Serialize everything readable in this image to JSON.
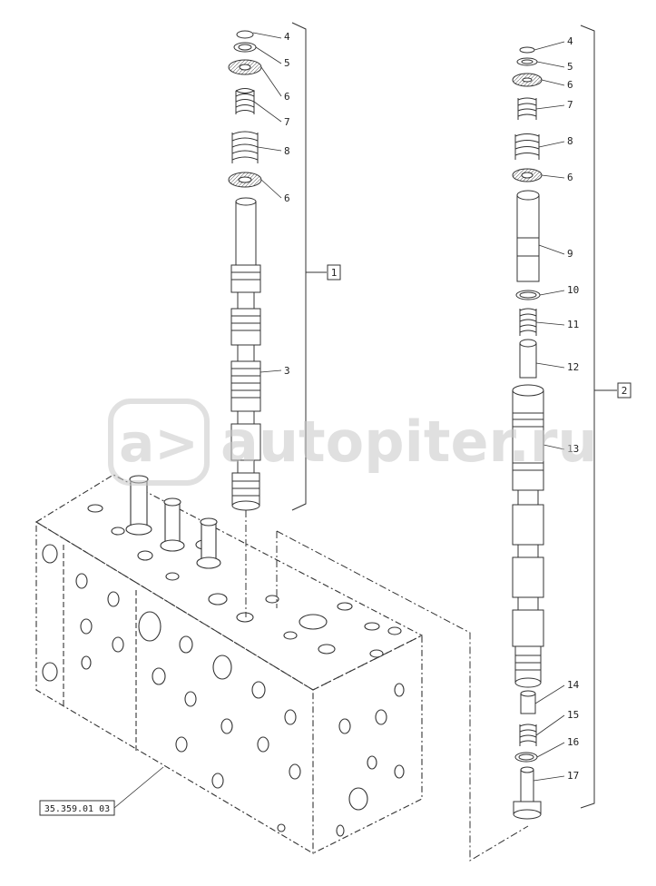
{
  "watermark": {
    "text": "autopiter.ru",
    "logo_glyph": "a>"
  },
  "reference_code": "35.359.01 03",
  "group_labels": {
    "left": "1",
    "right": "2"
  },
  "left_callouts": [
    "4",
    "5",
    "6",
    "7",
    "8",
    "6",
    "3"
  ],
  "right_callouts": [
    "4",
    "5",
    "6",
    "7",
    "8",
    "6",
    "9",
    "10",
    "11",
    "12",
    "13",
    "14",
    "15",
    "16",
    "17"
  ],
  "colors": {
    "line": "#333333",
    "shade": "#9a9a9a",
    "watermark": "#d0d0d0"
  }
}
